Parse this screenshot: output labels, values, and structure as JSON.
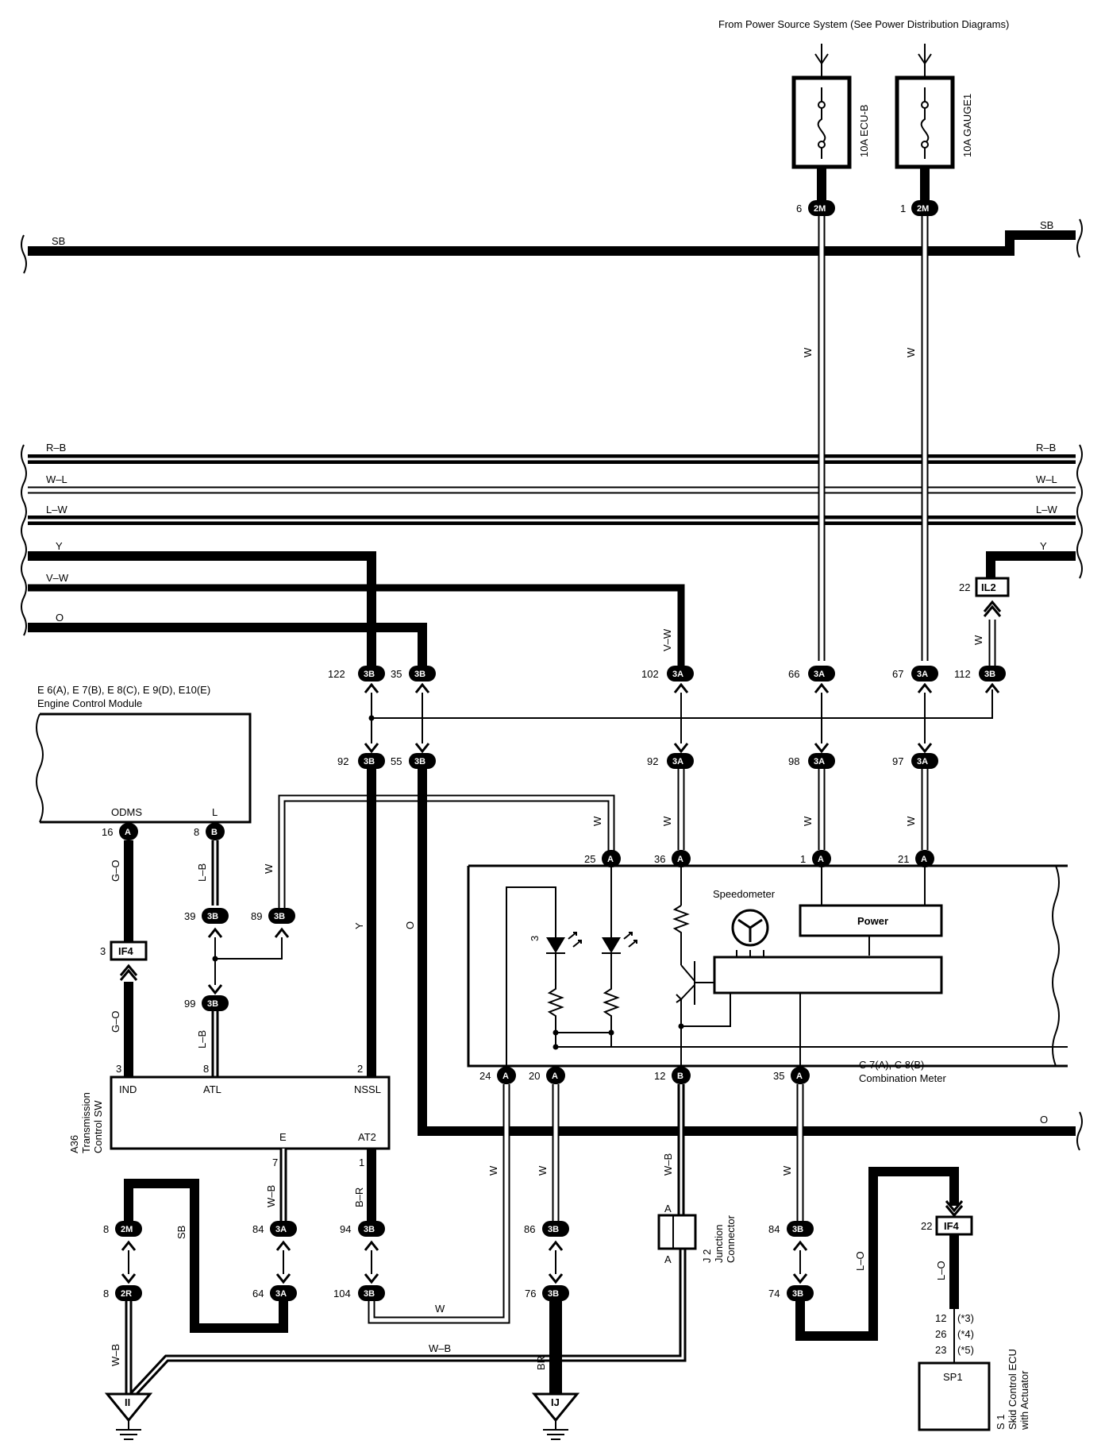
{
  "header": {
    "power_source_note": "From Power Source System (See Power Distribution Diagrams)"
  },
  "fuses": [
    {
      "label": "10A ECU-B"
    },
    {
      "label": "10A GAUGE1"
    }
  ],
  "bus_wires": {
    "sb": "SB",
    "rb": "R–B",
    "wl": "W–L",
    "lw": "L–W",
    "y": "Y",
    "vw": "V–W",
    "o": "O"
  },
  "wire_colors": {
    "w": "W",
    "vw": "V–W",
    "y": "Y",
    "o": "O",
    "go": "G–O",
    "lb": "L–B",
    "wb": "W–B",
    "br_red": "B–R",
    "sb": "SB",
    "br": "BR",
    "lo": "L–O"
  },
  "connectors": {
    "2M": "2M",
    "3B": "3B",
    "3A": "3A",
    "IL2": "IL2",
    "IF4": "IF4",
    "A": "A",
    "B": "B",
    "2R": "2R"
  },
  "pins": {
    "p6": "6",
    "p1": "1",
    "p122": "122",
    "p35": "35",
    "p102": "102",
    "p66": "66",
    "p67": "67",
    "p112": "112",
    "p22": "22",
    "p92": "92",
    "p55": "55",
    "p98": "98",
    "p97": "97",
    "p16": "16",
    "p8": "8",
    "p25": "25",
    "p36": "36",
    "p21": "21",
    "p39": "39",
    "p89": "89",
    "p3": "3",
    "p99": "99",
    "p24": "24",
    "p20": "20",
    "p12": "12",
    "p2": "2",
    "p7": "7",
    "p84": "84",
    "p94": "94",
    "p86": "86",
    "p64": "64",
    "p104": "104",
    "p76": "76",
    "p74": "74"
  },
  "ecm": {
    "ref": "E 6(A), E 7(B), E 8(C), E 9(D), E10(E)",
    "name": "Engine Control Module",
    "odms": "ODMS",
    "l": "L"
  },
  "transmission_sw": {
    "ref": "A36",
    "name1": "Transmission",
    "name2": "Control SW",
    "ind": "IND",
    "atl": "ATL",
    "nssl": "NSSL",
    "e": "E",
    "at2": "AT2"
  },
  "combination_meter": {
    "ref": "C 7(A), C 8(B)",
    "name": "Combination Meter",
    "speedometer": "Speedometer",
    "power": "Power",
    "led_pin": "3"
  },
  "junction": {
    "ref": "J 2",
    "name1": "Junction",
    "name2": "Connector",
    "a": "A"
  },
  "skid_ecu": {
    "ref": "S 1",
    "name1": "Skid Control ECU",
    "name2": "with Actuator",
    "box": "SP1",
    "pin_a": "12",
    "pin_a_note": "(*3)",
    "pin_b": "26",
    "pin_b_note": "(*4)",
    "pin_c": "23",
    "pin_c_note": "(*5)"
  },
  "grounds": {
    "g1": "II",
    "g2": "IJ"
  }
}
